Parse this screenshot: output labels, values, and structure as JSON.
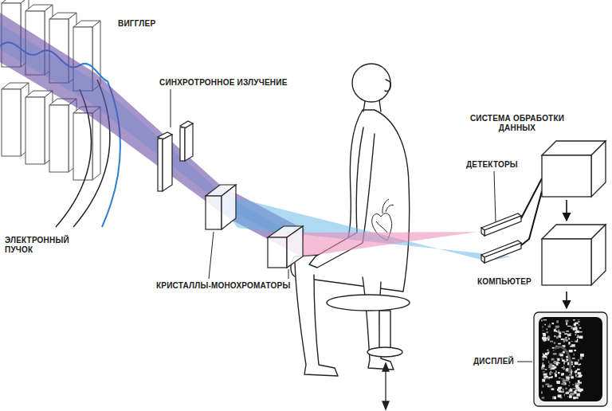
{
  "diagram": {
    "nodes": [
      {
        "text": [
          "СИСТЕМА ОБРАБОТКИ ДАННЫХ"
        ]
      },
      {
        "text": [
          "КОМПЬЮТЕР"
        ]
      },
      {
        "text": [
          "ДИСПЛЕЙ"
        ]
      }
    ],
    "edges": [
      {
        "from": 0,
        "to": 1,
        "arrow": "to"
      },
      {
        "from": 1,
        "to": 2,
        "arrow": "to"
      }
    ],
    "labels": [
      "ВИГГЛЕР",
      "СИНХРОТРОННОЕ ИЗЛУЧЕНИЕ",
      "ДЕТЕКТОРЫ",
      "ЭЛЕКТРОННЫЙ ПУЧОК",
      "КРИСТАЛЛЫ-МОНОХРОМАТОРЫ"
    ]
  }
}
